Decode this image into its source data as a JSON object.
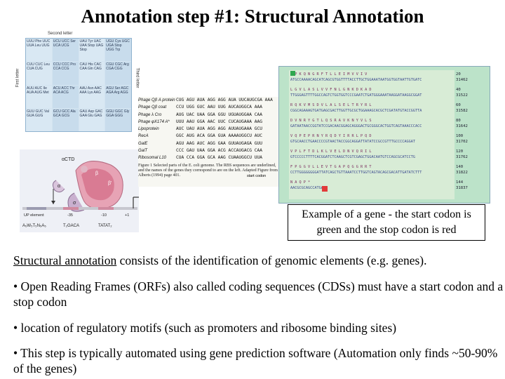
{
  "title": "Annotation step #1: Structural Annotation",
  "codon_table": {
    "top_label": "Second letter",
    "left_label": "First letter",
    "right_label": "Third letter",
    "cells": [
      "UUU Phe UUC UUA Leu UUG",
      "UCU UCC Ser UCA UCG",
      "UAU Tyr UAC UAA Stop UAG Stop",
      "UGU Cys UGC UGA Stop UGG Trp",
      "CUU CUC Leu CUA CUG",
      "CCU CCC Pro CCA CCG",
      "CAU His CAC CAA Gln CAG",
      "CGU CGC Arg CGA CGG",
      "AUU AUC Ile AUA AUG Met",
      "ACU ACC Thr ACA ACG",
      "AAU Asn AAC AAA Lys AAG",
      "AGU Ser AGC AGA Arg AGG",
      "GUU GUC Val GUA GUG",
      "GCU GCC Ala GCA GCG",
      "GAU Asp GAC GAA Glu GAG",
      "GGU GGC Gly GGA GGG"
    ]
  },
  "promoter_figure": {
    "alpha_ctd": "αCTD",
    "subunits": [
      "α",
      "β",
      "β'",
      "σ"
    ],
    "up_element": "UP element",
    "minus35": "-35",
    "minus10": "-10",
    "plus1": "+1",
    "seq1": "A₅W₅T₅N₅A₅",
    "seq2": "T₂GACA",
    "seq3": "TATAT₂"
  },
  "sd_figure": {
    "rows": [
      {
        "label": "Phage Qβ A protein",
        "seq": "CUG AGU AUA AGG AGG AUA UUCAUGCGA AAA"
      },
      {
        "label": "Phage Qβ coat",
        "seq": "CCU UGG GUC AAU UUG AUCAUGGCA AAA"
      },
      {
        "label": "Phage λ Cro",
        "seq": "AUG UAC UAA GGA GGU UGUAUGGAA CAA"
      },
      {
        "label": "Phage φX174 A*",
        "seq": "UUU AAU GGA AAC UUC CUCAUGAAA AAG"
      },
      {
        "label": "Lipoprotein",
        "seq": "AUC UAU AUA AGG AGG AUUAUGAAA GCU"
      },
      {
        "label": "RecA",
        "seq": "GGC AUG ACA GGA GUA AAAAUGGCU AUC"
      },
      {
        "label": "GalE",
        "seq": "AGU AAG AUC AGG GAA GUUAUGAGA GUU"
      },
      {
        "label": "GalT",
        "seq": "CCC GAU UAA GGA ACG ACCAUGACG CAA"
      },
      {
        "label": "Ribosomal L10",
        "seq": "CUA CCA GGA GCA AAG CUAAUGGCU UUA"
      }
    ],
    "start_codon": "start codon",
    "caption": "Figure 1 Selected parts of the E. coli genome. The RBS sequences are underlined, and the names of the genes they correspond to are on the left. Adapted Figure from Alberts (1994) page 401."
  },
  "sequence_panel": {
    "rows": [
      {
        "aa": "M  P  K  Q  N  G  R  F  T  L  L  E  I  M  V  V  I  V",
        "dna": "ATGCCAAAACAGCATCAGCGTGGTTTTACCTTGCTGGAAATAATGGTGGTAATTGTGATC",
        "num1": "20",
        "num2": "31462"
      },
      {
        "aa": "L  G  V  L  A  S  L  V  V  F  N  L  G  N  K  D  K  A  D",
        "dna": "TTGGGAGTTTTGGCCAGTCTGGTGGTCCCGAATCTGATGGGAAATAAGGATAAGGCGGAT",
        "num1": "40",
        "num2": "31522"
      },
      {
        "aa": "R  Q  K  V  M  S  D  V  L  A  L  S  E  L  T  R  Y  R  L",
        "dna": "CGGCAGAAAGTGATGAGCGACTTGGTTGCGCTGGAAAGCACGCTCGATATGTACCGGTTA",
        "num1": "60",
        "num2": "31582"
      },
      {
        "aa": "D  V  N  R  Y  G  T  L  Q  S  R  A  V  K  N  Y  V  L  S",
        "dna": "GATAATAACCGGTATCCGACAACGGAGCAGGGACTGCGGGCACTGGTCAGTAAACCCACC",
        "num1": "80",
        "num2": "31642"
      },
      {
        "aa": "V  Q  P  E  P  R  N  Y  R  Q  D  Y  I  R  R  L  P  Q  D",
        "dna": "GTGCAACCTGAACCCCGTAACTACCGGCAGGATTATATCCGCCGTTTGCCCCAGGAT",
        "num1": "100",
        "num2": "31702"
      },
      {
        "aa": "V  P  L  F  T  D  L  K  L  V  E  L  D  N  V  Q  R  I  L",
        "dna": "GTCCCCCTTTTCACGGATCTCAAGCTCGTCGAGCTGGACAATGTCCAGCGCATCCTG",
        "num1": "120",
        "num2": "31762"
      },
      {
        "aa": "F  P  G  G  V  L  L  E  V  T  G  A  P  Q  G  G  R  R  T",
        "dna": "CCTTGGGGGGGGATTATCAGCTGTTAAATCCTTGGTCAGTACAGCGACATTGATATCTTT",
        "num1": "140",
        "num2": "31822"
      },
      {
        "aa": "N  A  Q  P  *",
        "dna": "AACGCGCAGCCATGA",
        "num1": "144",
        "num2": "31837"
      }
    ]
  },
  "example_caption": "Example of a gene - the start codon is green and the stop codon is red",
  "body": {
    "term": "Structural annotation",
    "para1_rest": " consists of the identification of genomic elements (e.g. genes).",
    "para2": "• Open Reading Frames (ORFs) also called coding sequences (CDSs) must have a start codon and a stop codon",
    "para3": "• location of regulatory motifs (such as promoters and ribosome binding sites)",
    "para4": "• This step is typically automated using gene prediction software (Automation only finds ~50-90% of the genes)"
  }
}
